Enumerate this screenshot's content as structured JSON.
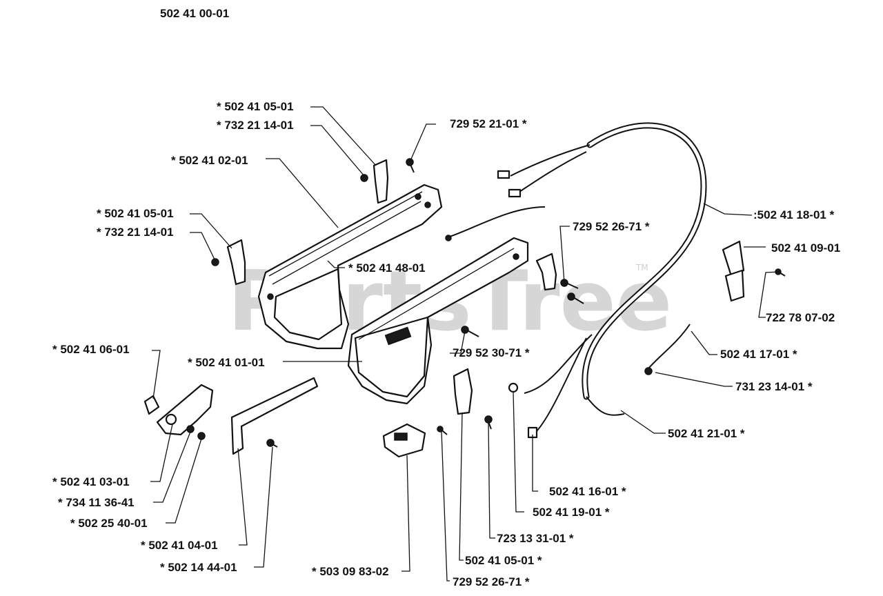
{
  "assembly_number": "502 41 00-01",
  "watermark": "PartsTree",
  "watermark_tm": "TM",
  "callouts": [
    {
      "id": "c01",
      "text": "*  502 41 05-01"
    },
    {
      "id": "c02",
      "text": "*  732 21 14-01"
    },
    {
      "id": "c03",
      "text": "729 52 21-01  *"
    },
    {
      "id": "c04",
      "text": "*  502 41 02-01"
    },
    {
      "id": "c05",
      "text": "*  502 41 05-01"
    },
    {
      "id": "c06",
      "text": "*  732 21 14-01"
    },
    {
      "id": "c07",
      "text": ":502 41 18-01  *"
    },
    {
      "id": "c08",
      "text": "729 52 26-71  *"
    },
    {
      "id": "c09",
      "text": "502 41 09-01"
    },
    {
      "id": "c10",
      "text": "*  502 41 48-01"
    },
    {
      "id": "c11",
      "text": "722 78 07-02"
    },
    {
      "id": "c12",
      "text": "*  502 41 06-01"
    },
    {
      "id": "c13",
      "text": "729 52 30-71  *"
    },
    {
      "id": "c14",
      "text": "*  502 41 01-01"
    },
    {
      "id": "c15",
      "text": "502 41 17-01  *"
    },
    {
      "id": "c16",
      "text": "731 23 14-01  *"
    },
    {
      "id": "c17",
      "text": "502 41 21-01  *"
    },
    {
      "id": "c18",
      "text": "*  502 41 03-01"
    },
    {
      "id": "c19",
      "text": "502 41 16-01  *"
    },
    {
      "id": "c20",
      "text": "*  734 11 36-41"
    },
    {
      "id": "c21",
      "text": "502 41 19-01  *"
    },
    {
      "id": "c22",
      "text": "*  502 25 40-01"
    },
    {
      "id": "c23",
      "text": "723 13 31-01  *"
    },
    {
      "id": "c24",
      "text": "*  502 41 04-01"
    },
    {
      "id": "c25",
      "text": "502 41 05-01  *"
    },
    {
      "id": "c26",
      "text": "*  502 14 44-01"
    },
    {
      "id": "c27",
      "text": "*  503 09 83-02"
    },
    {
      "id": "c28",
      "text": "729 52 26-71  *"
    }
  ]
}
